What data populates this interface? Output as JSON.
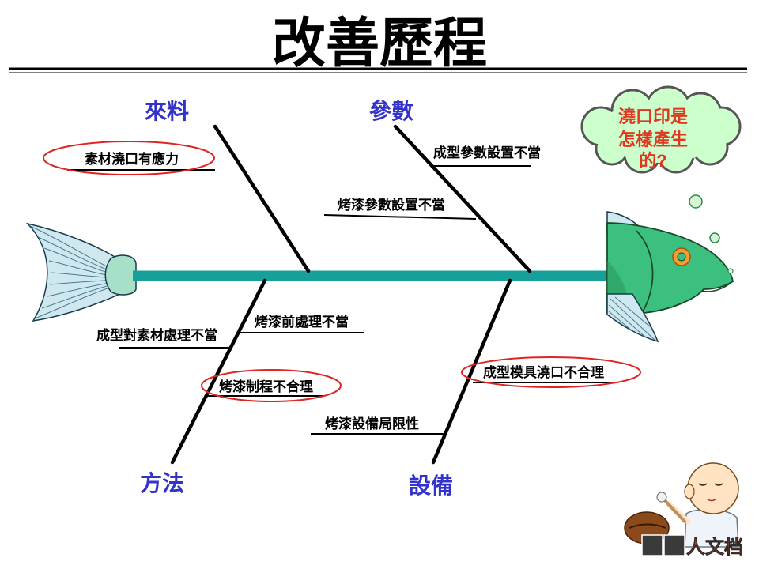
{
  "title": "改善歷程",
  "categories": [
    {
      "label": "來料",
      "causes": [
        {
          "text": "素材澆口有應力",
          "highlighted": true
        }
      ]
    },
    {
      "label": "參數",
      "causes": [
        {
          "text": "成型參數設置不當",
          "highlighted": false
        },
        {
          "text": "烤漆參數設置不當",
          "highlighted": false
        }
      ]
    },
    {
      "label": "方法",
      "causes": [
        {
          "text": "烤漆前處理不當",
          "highlighted": false
        },
        {
          "text": "成型對素材處理不當",
          "highlighted": false
        },
        {
          "text": "烤漆制程不合理",
          "highlighted": true
        }
      ]
    },
    {
      "label": "設備",
      "causes": [
        {
          "text": "成型模具澆口不合理",
          "highlighted": true
        },
        {
          "text": "烤漆設備局限性",
          "highlighted": false
        }
      ]
    }
  ],
  "effect": {
    "lines": [
      "澆口印是",
      "怎樣產生",
      "的?"
    ]
  },
  "watermark": {
    "text": "人文档"
  },
  "colors": {
    "spine": "#17a09a",
    "category_text": "#3333cc",
    "highlight": "#e02424",
    "question_text": "#e0381e",
    "cloud_fill": "#ccffcc",
    "fish_body": "#3cc080",
    "fish_fin": "#cfe8f0"
  }
}
